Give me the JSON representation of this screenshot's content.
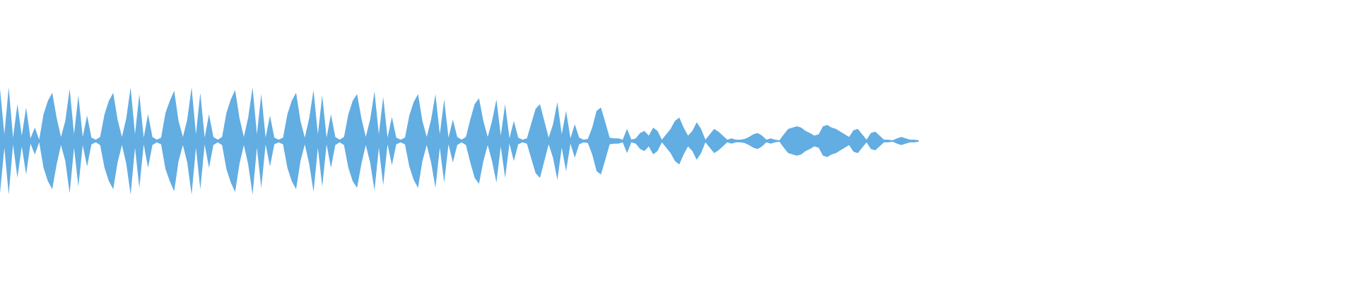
{
  "waveform": {
    "color": "#62ade2",
    "background": "#ffffff",
    "peaks": [
      0.78,
      0.1,
      0.8,
      0.05,
      0.55,
      0.08,
      0.5,
      0.04,
      0.2,
      0.02,
      0.4,
      0.6,
      0.72,
      0.35,
      0.06,
      0.3,
      0.78,
      0.1,
      0.68,
      0.06,
      0.38,
      0.05,
      0.02,
      0.06,
      0.4,
      0.6,
      0.72,
      0.32,
      0.06,
      0.34,
      0.8,
      0.1,
      0.7,
      0.05,
      0.4,
      0.06,
      0.02,
      0.05,
      0.42,
      0.6,
      0.75,
      0.3,
      0.06,
      0.32,
      0.8,
      0.1,
      0.72,
      0.05,
      0.4,
      0.06,
      0.02,
      0.06,
      0.42,
      0.62,
      0.76,
      0.34,
      0.06,
      0.35,
      0.8,
      0.1,
      0.7,
      0.05,
      0.38,
      0.05,
      0.02,
      0.05,
      0.4,
      0.6,
      0.72,
      0.3,
      0.05,
      0.34,
      0.76,
      0.1,
      0.68,
      0.05,
      0.4,
      0.06,
      0.02,
      0.06,
      0.4,
      0.6,
      0.7,
      0.34,
      0.06,
      0.32,
      0.74,
      0.1,
      0.66,
      0.05,
      0.36,
      0.05,
      0.02,
      0.05,
      0.38,
      0.58,
      0.7,
      0.3,
      0.06,
      0.32,
      0.7,
      0.1,
      0.62,
      0.05,
      0.32,
      0.06,
      0.02,
      0.06,
      0.32,
      0.55,
      0.64,
      0.3,
      0.06,
      0.3,
      0.62,
      0.08,
      0.55,
      0.04,
      0.3,
      0.05,
      0.02,
      0.04,
      0.26,
      0.48,
      0.55,
      0.3,
      0.05,
      0.25,
      0.58,
      0.1,
      0.45,
      0.04,
      0.25,
      0.05,
      0.02,
      0.03,
      0.2,
      0.45,
      0.5,
      0.28,
      0.05,
      0.04,
      0.04,
      0.02,
      0.18,
      0.02,
      0.04,
      0.12,
      0.15,
      0.08,
      0.2,
      0.15,
      0.02,
      0.1,
      0.18,
      0.3,
      0.35,
      0.2,
      0.08,
      0.15,
      0.28,
      0.18,
      0.02,
      0.1,
      0.18,
      0.14,
      0.08,
      0.02,
      0.04,
      0.02,
      0.02,
      0.03,
      0.06,
      0.1,
      0.12,
      0.08,
      0.02,
      0.04,
      0.02,
      0.01,
      0.1,
      0.18,
      0.2,
      0.22,
      0.2,
      0.15,
      0.12,
      0.08,
      0.1,
      0.22,
      0.24,
      0.2,
      0.18,
      0.14,
      0.1,
      0.06,
      0.16,
      0.18,
      0.1,
      0.02,
      0.12,
      0.14,
      0.08,
      0.02,
      0.02,
      0.01,
      0.04,
      0.06,
      0.04,
      0.02,
      0.02,
      0.01
    ]
  }
}
